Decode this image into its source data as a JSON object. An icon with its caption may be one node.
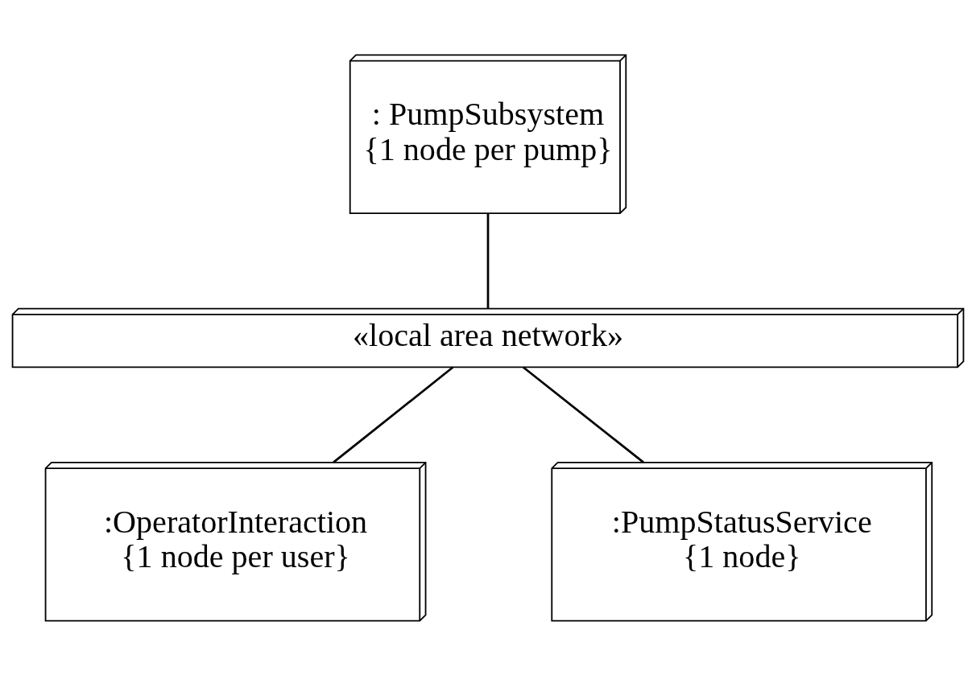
{
  "diagram": {
    "nodes": [
      {
        "text": [
          ": PumpSubsystem",
          "{1 node per pump}"
        ]
      },
      {
        "text": [
          "«local area network»"
        ]
      },
      {
        "text": [
          ":OperatorInteraction",
          "{1 node per user}"
        ]
      },
      {
        "text": [
          ":PumpStatusService",
          "{1 node}"
        ]
      }
    ],
    "edges": [
      {
        "from": 0,
        "to": 1,
        "arrow": "none"
      },
      {
        "from": 1,
        "to": 2,
        "arrow": "none"
      },
      {
        "from": 1,
        "to": 3,
        "arrow": "none"
      }
    ]
  }
}
